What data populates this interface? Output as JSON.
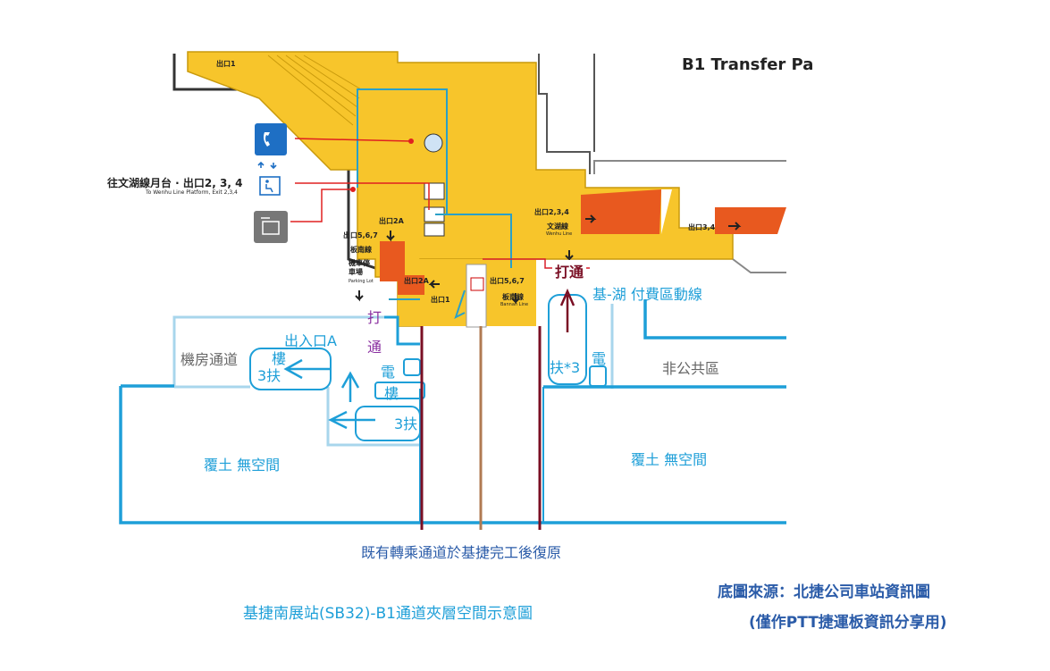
{
  "map": {
    "header_en": "B1 Transfer Pa",
    "wenhu_platform_zh": "往文湖線月台 · 出口2, 3, 4",
    "wenhu_platform_en": "To Wenhu Line Platform, Exit 2,3,4",
    "exit_1": "出口1",
    "exit_2a": "出口2A",
    "exit_567_left": "出口5,6,7",
    "bannan_zh": "板南線",
    "parking_zh": "機車停車場",
    "parking_en": "Parking Lot",
    "exit_567_center": "出口5,6,7",
    "bannan_center_zh": "板南線",
    "bannan_center_en": "Bannan Line",
    "exit_234": "出口2,3,4",
    "wenhu_zh": "文湖線",
    "wenhu_en": "Wenhu Line",
    "exit_34": "出口3,4"
  },
  "overlay": {
    "da_tong_right": "打通",
    "jihu_label": "基-湖 付費區動線",
    "da_left": "打",
    "tong_left": "通",
    "exit_a": "出入口A",
    "machine_room": "機房通道",
    "stairs_top": "樓",
    "three_escalator_top": "3扶",
    "elevator_left": "電",
    "stairs_bottom": "樓",
    "three_escalator_bottom": "3扶",
    "escalator_right": "扶*3",
    "elevator_right": "電",
    "non_public": "非公共區",
    "backfill_left": "覆土  無空間",
    "backfill_right": "覆土  無空間",
    "existing_passage_note": "既有轉乘通道於基捷完工後復原",
    "caption": "基捷南展站(SB32)-B1通道夾層空間示意圖",
    "source_line1": "底圖來源：北捷公司車站資訊圖",
    "source_line2": "(僅作PTT捷運板資訊分享用)"
  },
  "icons": [
    "phone-icon",
    "accessible-elevator-icon",
    "locker-icon"
  ],
  "colors": {
    "map_yellow": "#f7c52b",
    "escalator_orange": "#e8591f",
    "overlay_blue": "#1e9fd8",
    "light_blue": "#a8d6ec",
    "dark_red_line": "#7a0f24",
    "brown_line": "#b07a52",
    "purple_text": "#8a2fa0",
    "sign_blue": "#1e6fc4"
  }
}
